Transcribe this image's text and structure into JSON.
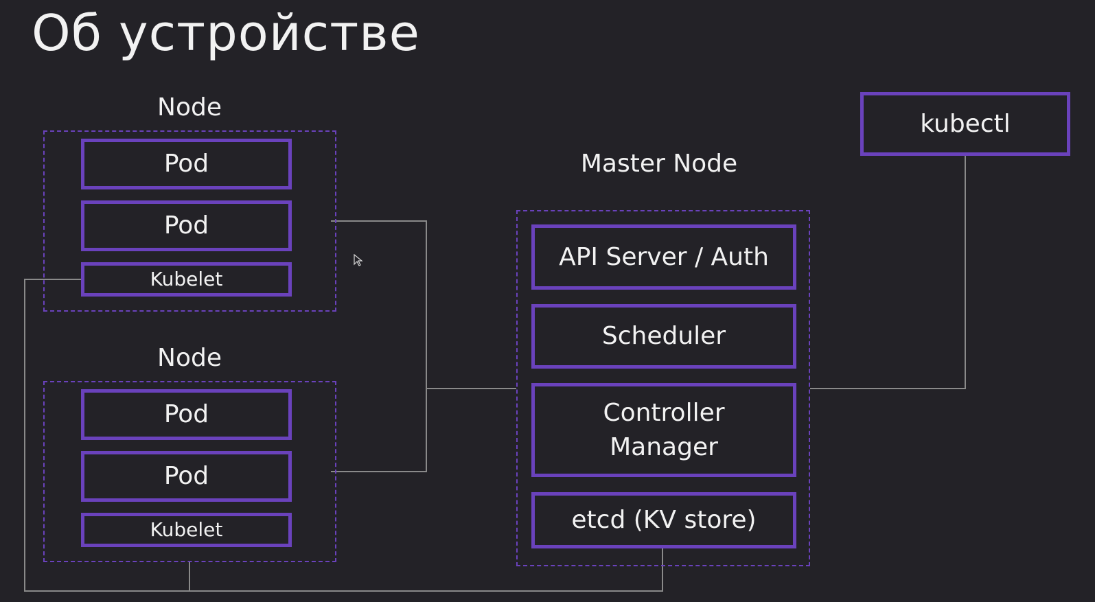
{
  "title": "Об устройстве",
  "colors": {
    "background": "#232227",
    "accent": "#6a42bc",
    "text": "#f2f2f2",
    "connector": "#8a8a8a"
  },
  "nodes": [
    {
      "label": "Node",
      "pods": [
        "Pod",
        "Pod"
      ],
      "kubelet": "Kubelet"
    },
    {
      "label": "Node",
      "pods": [
        "Pod",
        "Pod"
      ],
      "kubelet": "Kubelet"
    }
  ],
  "master": {
    "label": "Master Node",
    "components": [
      "API Server / Auth",
      "Scheduler",
      "Controller\nManager",
      "etcd (KV store)"
    ]
  },
  "kubectl": "kubectl",
  "icons": {
    "cursor": "mouse-pointer-icon"
  }
}
